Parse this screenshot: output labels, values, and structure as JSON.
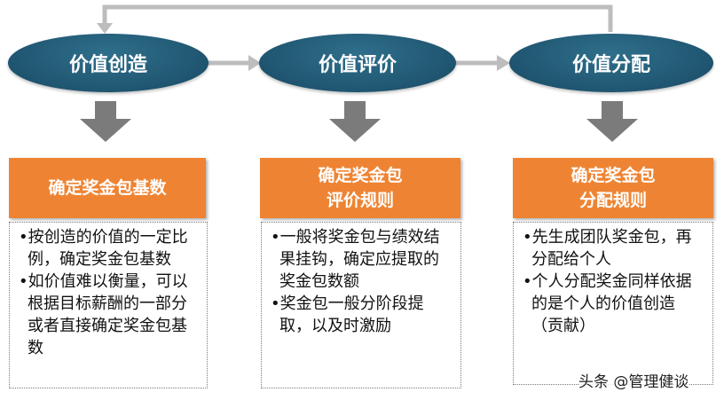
{
  "stages": [
    {
      "title": "价值创造",
      "rule": [
        "确定奖金包基数"
      ],
      "items": [
        "•按创造的价值的一定比例，确定奖金包基数",
        "•如价值难以衡量，可以根据目标薪酬的一部分或者直接确定奖金包基数"
      ]
    },
    {
      "title": "价值评价",
      "rule": [
        "确定奖金包",
        "评价规则"
      ],
      "items": [
        "•一般将奖金包与绩效结果挂钩，确定应提取的奖金包数额",
        "•奖金包一般分阶段提取，以及时激励"
      ]
    },
    {
      "title": "价值分配",
      "rule": [
        "确定奖金包",
        "分配规则"
      ],
      "items": [
        "•先生成团队奖金包，再分配给个人",
        "•个人分配奖金同样依据的是个人的价值创造（贡献）"
      ]
    }
  ],
  "watermark": "头条 @管理健谈",
  "colors": {
    "oval": "#1f5570",
    "orange": "#ee8433",
    "arrow": "#7b7b7b"
  }
}
